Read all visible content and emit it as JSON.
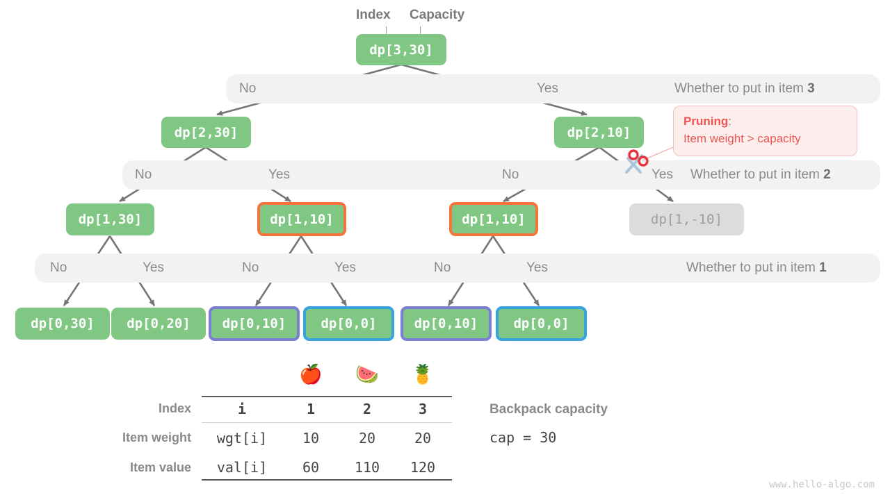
{
  "watermark": "www.hello-algo.com",
  "callouts": {
    "index": "Index",
    "capacity": "Capacity"
  },
  "levels": [
    {
      "question": "Whether to put in item ",
      "item": "3",
      "no": "No",
      "yes": "Yes"
    },
    {
      "question": "Whether to put in item ",
      "item": "2",
      "no": "No",
      "yes": "Yes",
      "no2": "No",
      "yes2": "Yes"
    },
    {
      "question": "Whether to put in item ",
      "item": "1",
      "no": "No",
      "yes": "Yes",
      "no2": "No",
      "yes2": "Yes",
      "no3": "No",
      "yes3": "Yes"
    }
  ],
  "nodes": {
    "root": "dp[3,30]",
    "l1": [
      "dp[2,30]",
      "dp[2,10]"
    ],
    "l2": [
      "dp[1,30]",
      "dp[1,10]",
      "dp[1,10]",
      "dp[1,-10]"
    ],
    "l3": [
      "dp[0,30]",
      "dp[0,20]",
      "dp[0,10]",
      "dp[0,0]",
      "dp[0,10]",
      "dp[0,0]"
    ]
  },
  "pruning": {
    "title": "Pruning",
    "colon": ":",
    "reason": "Item weight > capacity",
    "icon": "scissors-icon",
    "color": "#ef5350"
  },
  "table": {
    "row_labels": [
      "Index",
      "Item weight",
      "Item value"
    ],
    "name_col": [
      "i",
      "wgt[i]",
      "val[i]"
    ],
    "items": [
      "1",
      "2",
      "3"
    ],
    "emojis": [
      "🍎",
      "🍉",
      "🍍"
    ],
    "weights": [
      "10",
      "20",
      "20"
    ],
    "values": [
      "60",
      "110",
      "120"
    ]
  },
  "capacity": {
    "title": "Backpack capacity",
    "value": "cap = 30"
  },
  "colors": {
    "node_green": "#81c784",
    "border_orange": "#f4743b",
    "border_purple": "#7b7fd4",
    "border_blue": "#36a3dd",
    "dim_gray": "#dcdcdc",
    "arrow_gray": "#757575",
    "bar_gray": "#f2f2f2",
    "red": "#ef5350"
  }
}
